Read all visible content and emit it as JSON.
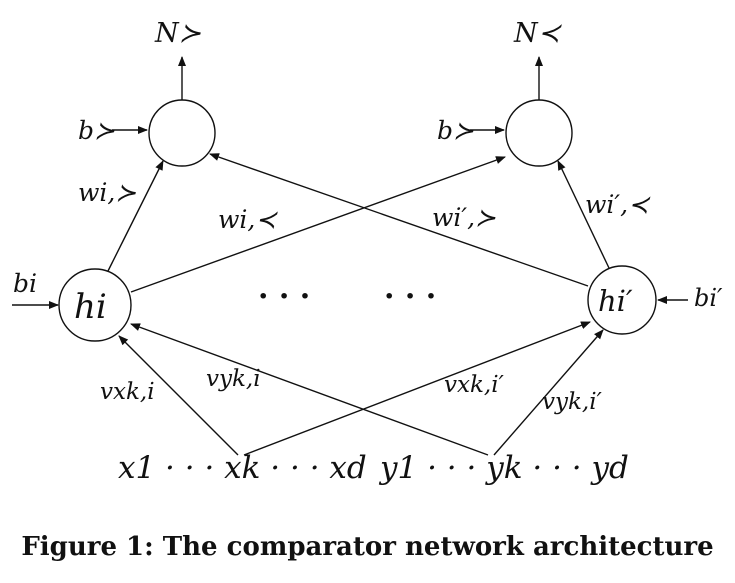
{
  "caption": "Figure 1: The comparator network architecture",
  "outputs": {
    "left": "N≻",
    "right": "N≺"
  },
  "output_biases": {
    "left": "b≻",
    "right": "b≻"
  },
  "hidden": {
    "left": "hi",
    "right": "hi′"
  },
  "hidden_biases": {
    "left": "bi",
    "right": "bi′"
  },
  "output_weights": {
    "left_to_left": "wi,≻",
    "left_to_right": "wi,≺",
    "right_to_left": "wi′,≻",
    "right_to_right": "wi′,≺"
  },
  "input_weights": {
    "x_to_left": "vxk,i",
    "y_to_left": "vyk,i",
    "x_to_right": "vxk,i′",
    "y_to_right": "vyk,i′"
  },
  "ellipses": [
    "· · ·",
    "· · ·"
  ],
  "inputs": {
    "x": "x1 · · · xk · · · xd",
    "y": "y1 · · · yk · · · yd"
  }
}
